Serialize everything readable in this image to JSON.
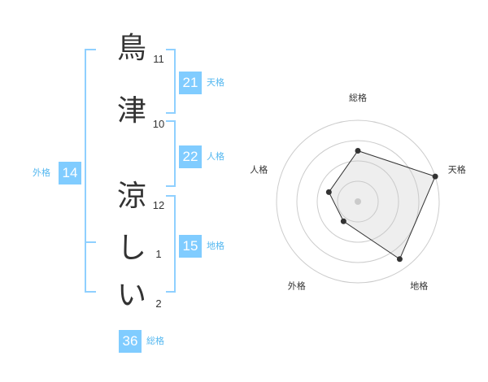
{
  "name_characters": [
    {
      "char": "鳥",
      "strokes": "11"
    },
    {
      "char": "津",
      "strokes": "10"
    },
    {
      "char": "涼",
      "strokes": "12"
    },
    {
      "char": "し",
      "strokes": "1"
    },
    {
      "char": "い",
      "strokes": "2"
    }
  ],
  "fortunes": {
    "tenkaku": {
      "value": "21",
      "label": "天格"
    },
    "jinkaku": {
      "value": "22",
      "label": "人格"
    },
    "chikaku": {
      "value": "15",
      "label": "地格"
    },
    "gaikaku": {
      "value": "14",
      "label": "外格"
    },
    "soukaku": {
      "value": "36",
      "label": "総格"
    }
  },
  "colors": {
    "accent": "#80ccff",
    "bracket": "#8fd0ff",
    "label": "#55b8f0"
  },
  "chart_data": {
    "type": "radar",
    "axes": [
      "総格",
      "天格",
      "地格",
      "外格",
      "人格"
    ],
    "levels": 4,
    "values": [
      2.5,
      4.0,
      3.5,
      1.2,
      1.5
    ],
    "max": 4.0
  }
}
